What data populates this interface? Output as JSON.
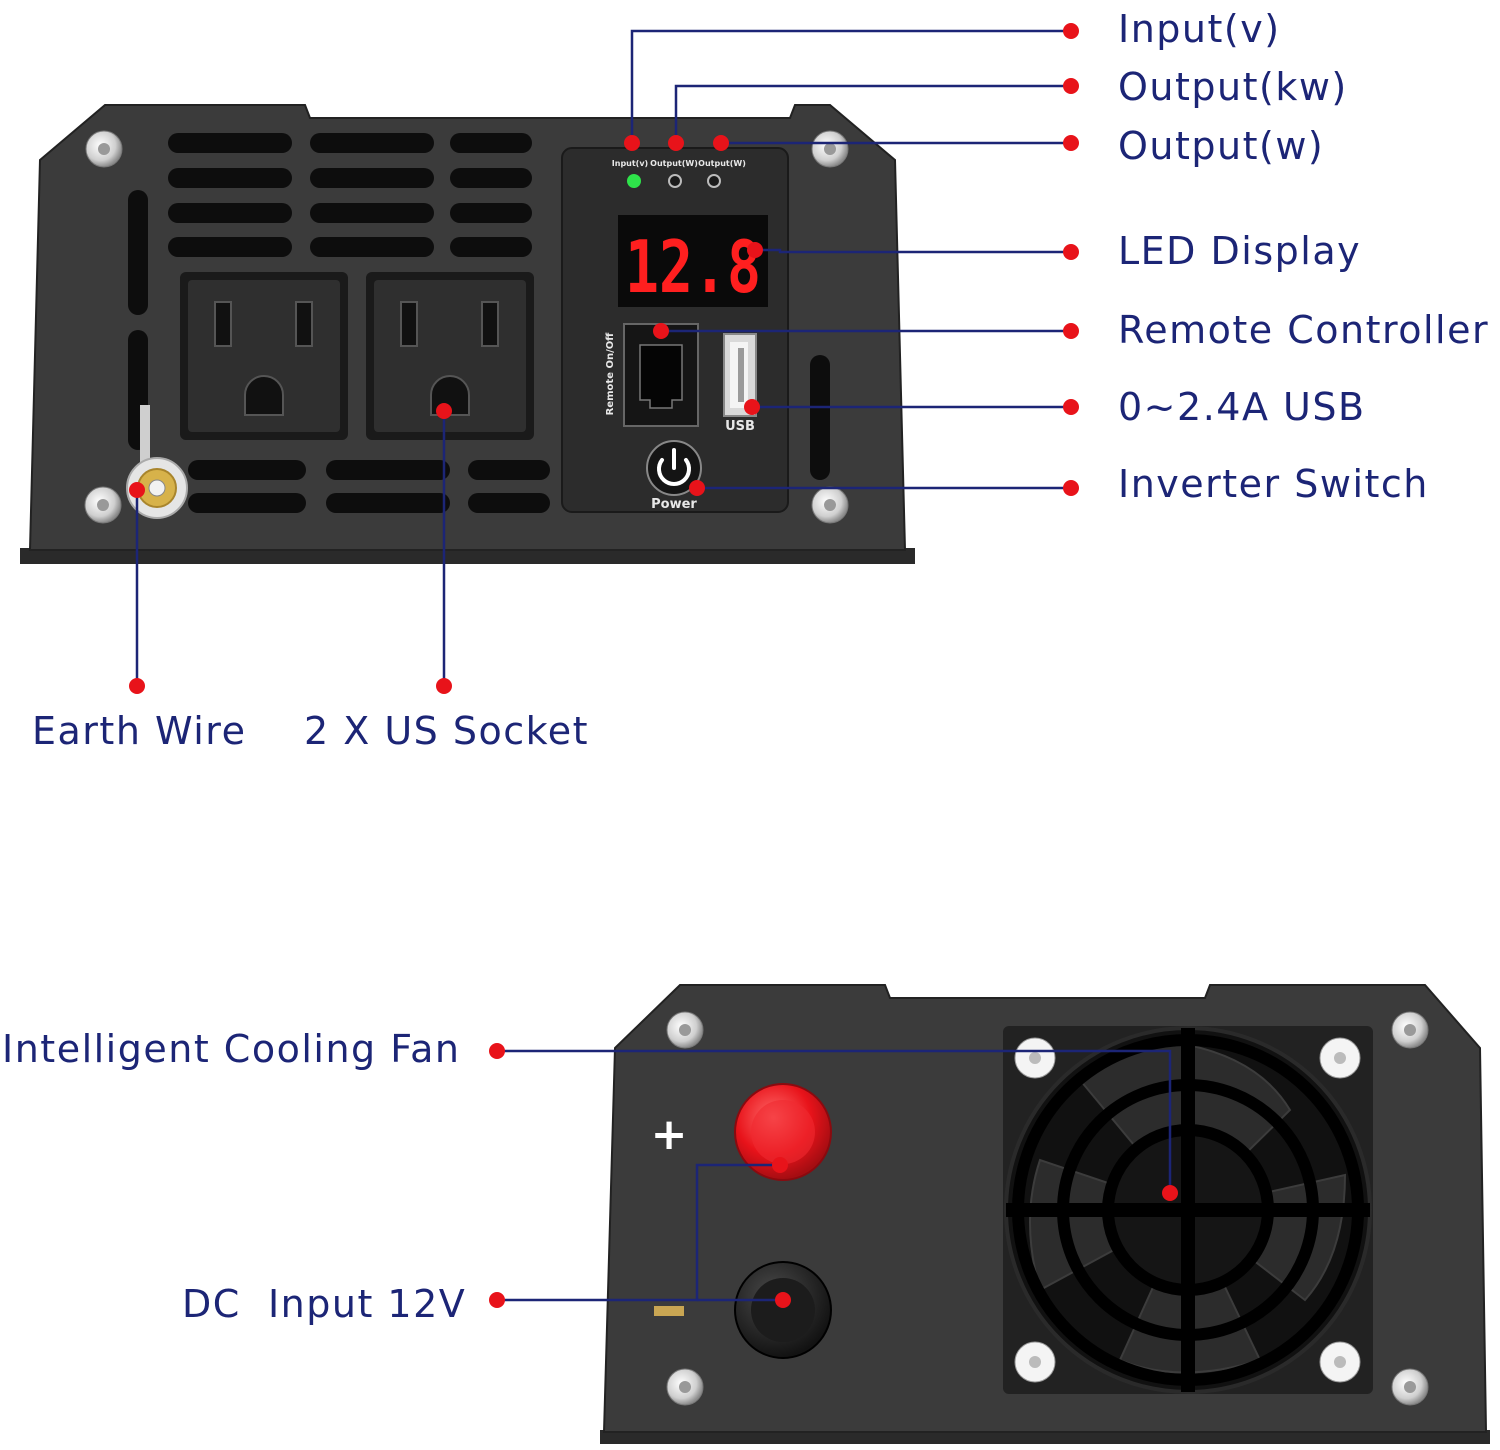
{
  "callouts": {
    "input_v": "Input(v)",
    "output_kw": "Output(kw)",
    "output_w": "Output(w)",
    "led_display": "LED Display",
    "remote_controller": "Remote Controller",
    "usb": "0~2.4A USB",
    "inverter_switch": "Inverter Switch",
    "earth_wire": "Earth Wire",
    "us_socket": "2 X US Socket",
    "cooling_fan": "Intelligent Cooling Fan",
    "dc_input": "DC  Input 12V"
  },
  "panel": {
    "indicator_input": "Input(v)",
    "indicator_output_w1": "Output(W)",
    "indicator_output_w2": "Output(W)",
    "led_value": "12.8",
    "remote_label": "Remote On/Off",
    "usb_label": "USB",
    "power_label": "Power",
    "plus_symbol": "+"
  },
  "colors": {
    "label_text": "#1c2576",
    "leader_line": "#1c2576",
    "callout_dot": "#e8131a",
    "led_digits": "#ff1f1f",
    "indicator_on": "#2ee34a",
    "housing": "#3a3a3a"
  }
}
